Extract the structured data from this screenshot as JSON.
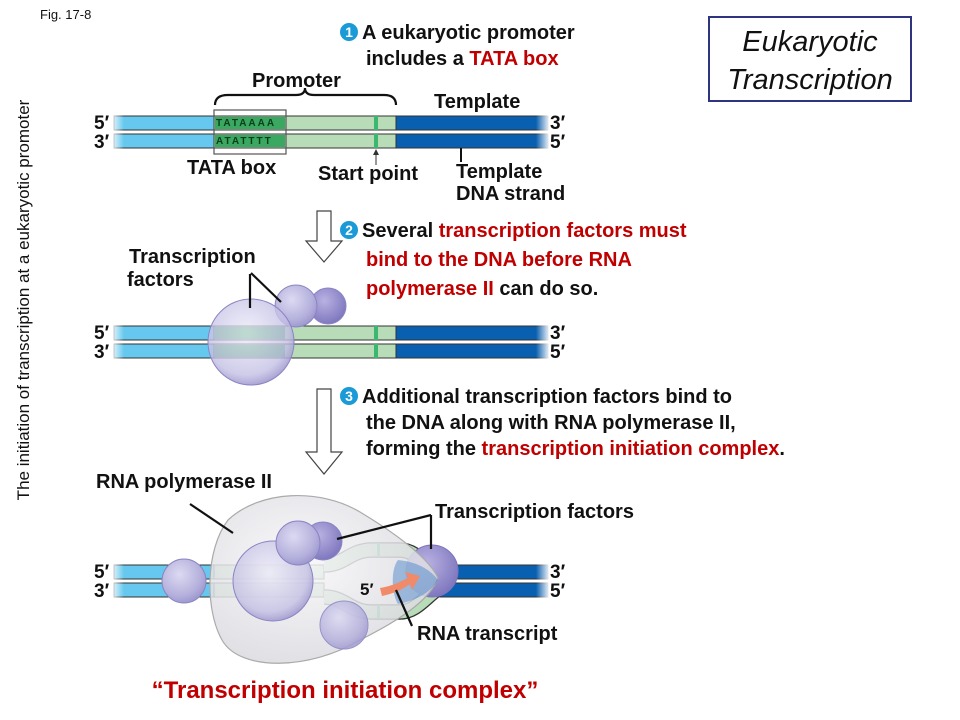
{
  "figure_label": "Fig. 17-8",
  "side_title": "The initiation of transcription at a eukaryotic promoter",
  "title_box": {
    "line1": "Eukaryotic",
    "line2": "Transcription"
  },
  "colors": {
    "dna_light_blue": "#66c8ee",
    "dna_dark_blue": "#0a60b0",
    "promoter_green": "#b8dcb8",
    "tata_green": "#3aa860",
    "start_mark": "#3bb870",
    "protein_purple": "#b8b4e0",
    "polymerase_gray": "#e8e8ec",
    "highlight_red": "#c00000",
    "step_badge": "#1a9ad6",
    "title_box_border": "#2e3480",
    "rna_orange": "#f08a68"
  },
  "step1": {
    "number": "1",
    "line1": "A eukaryotic promoter",
    "line2_prefix": "includes a ",
    "line2_highlight": "TATA box"
  },
  "panel1": {
    "promoter_label": "Promoter",
    "template_label": "Template",
    "tata_top_seq": "TATAAAA",
    "tata_bottom_seq": "ATATTTT",
    "tata_box_label": "TATA box",
    "start_point_label": "Start point",
    "template_strand_line1": "Template",
    "template_strand_line2": "DNA strand",
    "left_top": "5′",
    "left_bottom": "3′",
    "right_top": "3′",
    "right_bottom": "5′"
  },
  "step2": {
    "number": "2",
    "line1_prefix": "Several ",
    "line1_highlight": "transcription factors must",
    "line2_highlight": "bind to the DNA before RNA",
    "line3_highlight": "polymerase II",
    "line3_suffix": " can do so."
  },
  "panel2": {
    "tf_label_line1": "Transcription",
    "tf_label_line2": "factors",
    "left_top": "5′",
    "left_bottom": "3′",
    "right_top": "3′",
    "right_bottom": "5′"
  },
  "step3": {
    "number": "3",
    "line1": "Additional transcription factors bind to",
    "line2": "the DNA along with RNA polymerase II,",
    "line3_prefix": "forming the ",
    "line3_highlight": "transcription initiation complex",
    "line3_suffix": "."
  },
  "panel3": {
    "rna_pol_label": "RNA polymerase II",
    "tf_label": "Transcription factors",
    "rna_transcript_label": "RNA transcript",
    "rna_5prime": "5′",
    "left_top": "5′",
    "left_bottom": "3′",
    "right_top": "3′",
    "right_bottom": "5′"
  },
  "bottom_caption": "“Transcription initiation complex”"
}
